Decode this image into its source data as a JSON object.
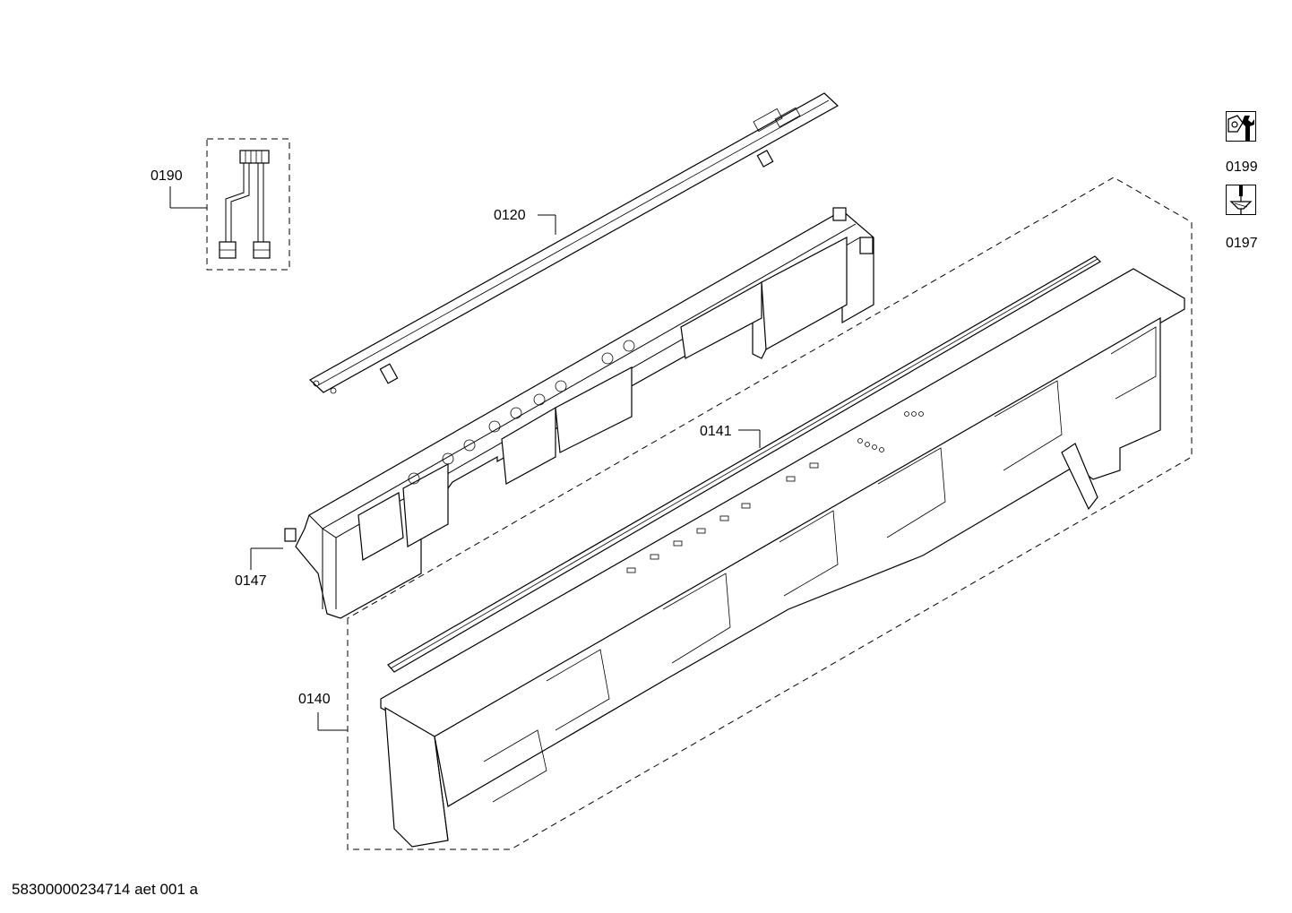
{
  "callouts": {
    "c0190": "0190",
    "c0120": "0120",
    "c0141": "0141",
    "c0147": "0147",
    "c0140": "0140",
    "c0199": "0199",
    "c0197": "0197"
  },
  "icons": {
    "tool_icon": "wrench-nut-icon",
    "screw_icon": "screwdriver-screw-icon"
  },
  "footer": {
    "drawing_id": "58300000234714 aet 001 a"
  },
  "colors": {
    "line": "#000000",
    "background": "#ffffff"
  }
}
